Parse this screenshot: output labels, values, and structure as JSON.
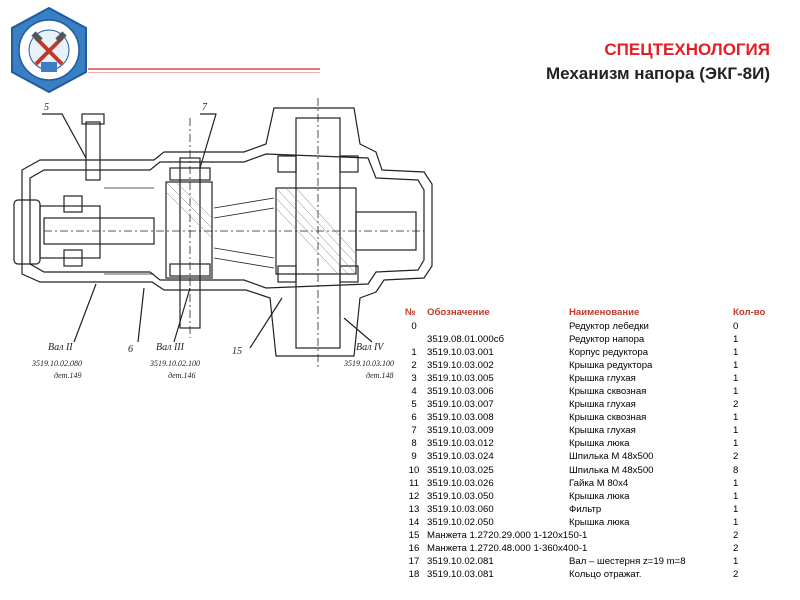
{
  "header": {
    "title": "СПЕЦТЕХНОЛОГИЯ",
    "subtitle": "Механизм напора (ЭКГ-8И)"
  },
  "drawing": {
    "callouts": [
      "5",
      "7",
      "Вал II",
      "3519.10.02.080",
      "дет.149",
      "6",
      "Вал III",
      "3519.10.02.100",
      "дет.146",
      "15",
      "Вал IV",
      "3519.10.03.100",
      "дет.148"
    ]
  },
  "spec": {
    "headers": [
      "№",
      "Обозначение",
      "Наименование",
      "Кол-во"
    ],
    "rows": [
      {
        "n": "0",
        "d": "",
        "name": "Редуктор лебедки",
        "q": "0"
      },
      {
        "n": "",
        "d": "3519.08.01.000сб",
        "name": "Редуктор напора",
        "q": "1"
      },
      {
        "n": "1",
        "d": "3519.10.03.001",
        "name": "Корпус редуктора",
        "q": "1"
      },
      {
        "n": "2",
        "d": "3519.10.03.002",
        "name": "Крышка редуктора",
        "q": "1"
      },
      {
        "n": "3",
        "d": "3519.10.03.005",
        "name": "Крышка глухая",
        "q": "1"
      },
      {
        "n": "4",
        "d": "3519.10.03.006",
        "name": "Крышка сквозная",
        "q": "1"
      },
      {
        "n": "5",
        "d": "3519.10.03.007",
        "name": "Крышка глухая",
        "q": "2"
      },
      {
        "n": "6",
        "d": "3519.10.03.008",
        "name": "Крышка сквозная",
        "q": "1"
      },
      {
        "n": "7",
        "d": "3519.10.03.009",
        "name": "Крышка глухая",
        "q": "1"
      },
      {
        "n": "8",
        "d": "3519.10.03.012",
        "name": "Крышка люка",
        "q": "1"
      },
      {
        "n": "9",
        "d": "3519.10.03.024",
        "name": "Шпилька М 48х500",
        "q": "2"
      },
      {
        "n": "10",
        "d": "3519.10.03.025",
        "name": "Шпилька М 48х500",
        "q": "8"
      },
      {
        "n": "11",
        "d": "3519.10.03.026",
        "name": "Гайка М 80х4",
        "q": "1"
      },
      {
        "n": "12",
        "d": "3519.10.03.050",
        "name": "Крышка люка",
        "q": "1"
      },
      {
        "n": "13",
        "d": "3519.10.03.060",
        "name": "Фильтр",
        "q": "1"
      },
      {
        "n": "14",
        "d": "3519.10.02.050",
        "name": "Крышка люка",
        "q": "1"
      },
      {
        "n": "15",
        "span": "Манжета 1.2720.29.000 1-120х150-1",
        "q": "2"
      },
      {
        "n": "16",
        "span": "Манжета 1.2720.48.000 1-360х400-1",
        "q": "2"
      },
      {
        "n": "17",
        "d": "3519.10.02.081",
        "name": "Вал – шестерня z=19 m=8",
        "q": "1"
      },
      {
        "n": "18",
        "d": "3519.10.03.081",
        "name": "Кольцо отражат.",
        "q": "2"
      }
    ]
  }
}
